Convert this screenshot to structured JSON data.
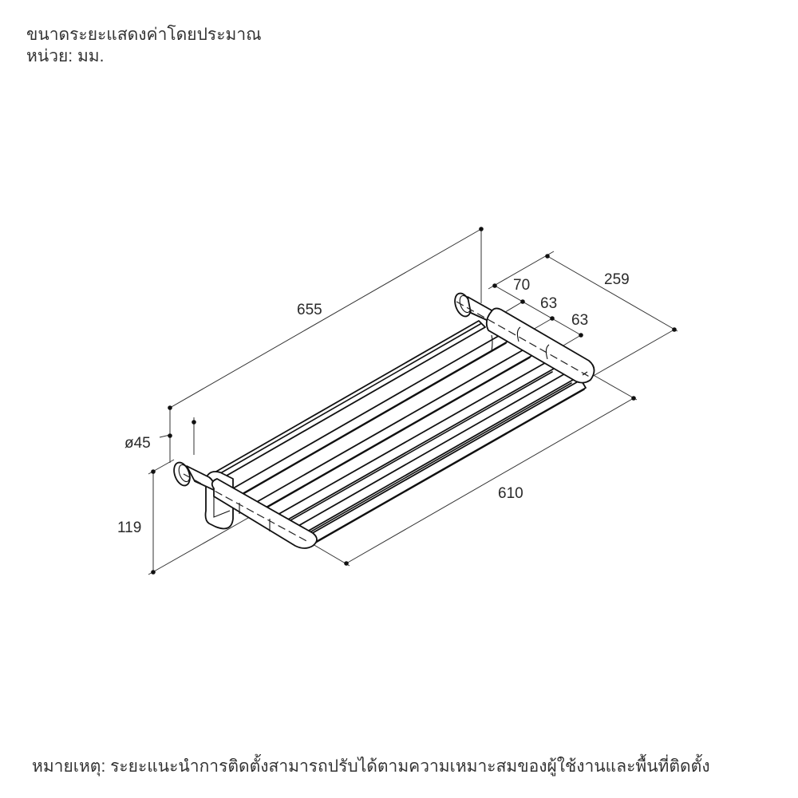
{
  "header": {
    "line1": "ขนาดระยะแสดงค่าโดยประมาณ",
    "line2": "หน่วย: มม."
  },
  "drawing": {
    "subject": "towel-rack-isometric",
    "dimensions": {
      "overall_length": "655",
      "bar_length": "610",
      "overall_depth": "259",
      "spacing_1": "70",
      "spacing_2": "63",
      "spacing_3": "63",
      "flange_diameter": "ø45",
      "height": "119"
    },
    "unit": "mm"
  },
  "footer": {
    "note": "หมายเหตุ: ระยะแนะนำการติดตั้งสามารถปรับได้ตามความเหมาะสมของผู้ใช้งานและพื้นที่ติดตั้ง"
  }
}
